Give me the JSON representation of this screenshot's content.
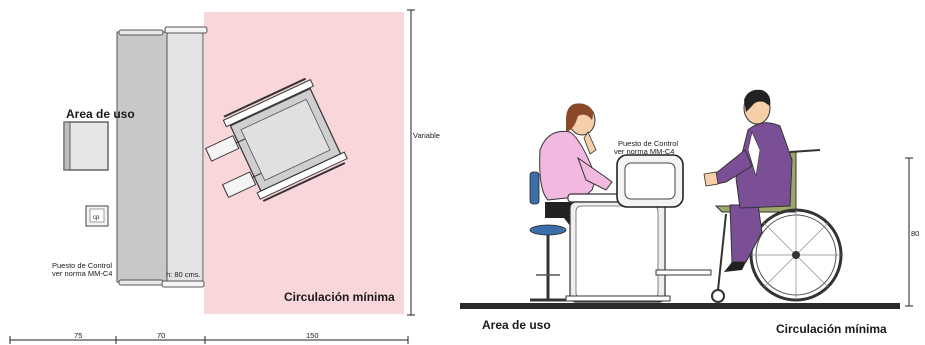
{
  "plan": {
    "area_label": "Area de uso",
    "control_label_line1": "Puesto de Control",
    "control_label_line2": "ver norma MM-C4",
    "desk_height_label": "h: 80 cms.",
    "circulation_label": "Circulación mínima",
    "side_dimension": "Variable",
    "device_label": "cp",
    "bottom_dimensions": [
      "75",
      "70",
      "150"
    ]
  },
  "elevation": {
    "control_label_line1": "Puesto de Control",
    "control_label_line2": "ver norma MM-C4",
    "height_dimension": "80",
    "area_label": "Area de uso",
    "circulation_label": "Circulación mínima"
  },
  "colors": {
    "circulation_zone": "#f9d6d9",
    "desk_dark": "#c8c8c8",
    "desk_light": "#e4e4e4",
    "suit": "#7b4f96",
    "blouse": "#f2b8e0",
    "chair_blue": "#3c6fa8",
    "wheel_green": "#9aa86a"
  }
}
